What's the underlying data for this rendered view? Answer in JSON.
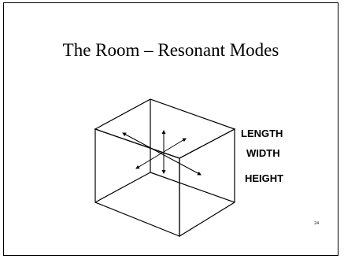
{
  "slide": {
    "title": "The Room – Resonant Modes",
    "labels": {
      "length": "LENGTH",
      "width": "WIDTH",
      "height": "HEIGHT"
    },
    "slide_number": "24"
  },
  "colors": {
    "foreground": "#000000",
    "background": "#ffffff"
  }
}
